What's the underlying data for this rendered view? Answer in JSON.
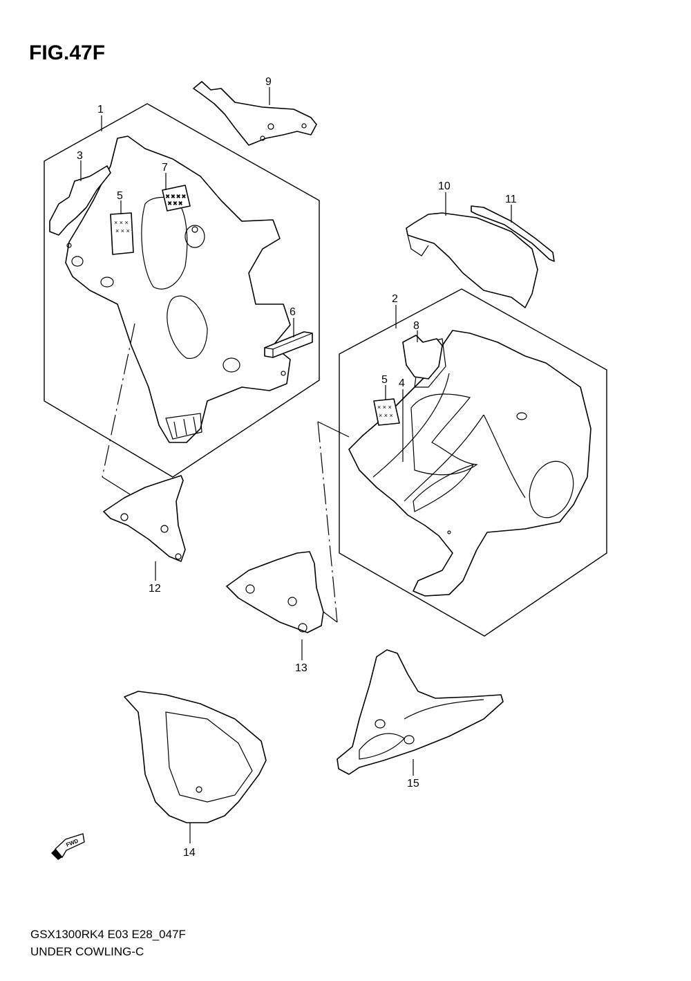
{
  "figure": {
    "title": "FIG.47F"
  },
  "footer": {
    "model_code": "GSX1300RK4 E03 E28_047F",
    "section_name": "UNDER COWLING-C"
  },
  "callouts": [
    "1",
    "2",
    "3",
    "4",
    "5",
    "5",
    "6",
    "7",
    "8",
    "9",
    "10",
    "11",
    "12",
    "13",
    "14",
    "15"
  ],
  "fwd_label": "FWD"
}
